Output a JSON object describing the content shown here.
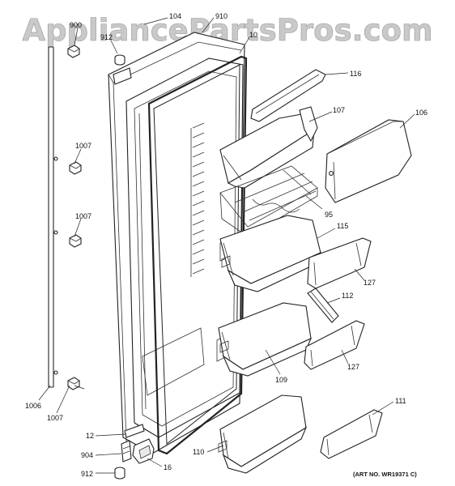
{
  "watermark": "AppliancePartsPros.com",
  "art_no": "(ART NO. WR19371 C)",
  "callouts": [
    {
      "id": "104",
      "label": "104"
    },
    {
      "id": "910",
      "label": "910"
    },
    {
      "id": "900",
      "label": "900"
    },
    {
      "id": "912a",
      "label": "912"
    },
    {
      "id": "10",
      "label": "10"
    },
    {
      "id": "116",
      "label": "116"
    },
    {
      "id": "107",
      "label": "107"
    },
    {
      "id": "106",
      "label": "106"
    },
    {
      "id": "1007a",
      "label": "1007"
    },
    {
      "id": "1007b",
      "label": "1007"
    },
    {
      "id": "1007c",
      "label": "1007"
    },
    {
      "id": "1006",
      "label": "1006"
    },
    {
      "id": "95",
      "label": "95"
    },
    {
      "id": "115",
      "label": "115"
    },
    {
      "id": "127a",
      "label": "127"
    },
    {
      "id": "112",
      "label": "112"
    },
    {
      "id": "127b",
      "label": "127"
    },
    {
      "id": "109",
      "label": "109"
    },
    {
      "id": "111",
      "label": "111"
    },
    {
      "id": "110",
      "label": "110"
    },
    {
      "id": "12",
      "label": "12"
    },
    {
      "id": "904",
      "label": "904"
    },
    {
      "id": "16",
      "label": "16"
    },
    {
      "id": "912b",
      "label": "912"
    }
  ]
}
